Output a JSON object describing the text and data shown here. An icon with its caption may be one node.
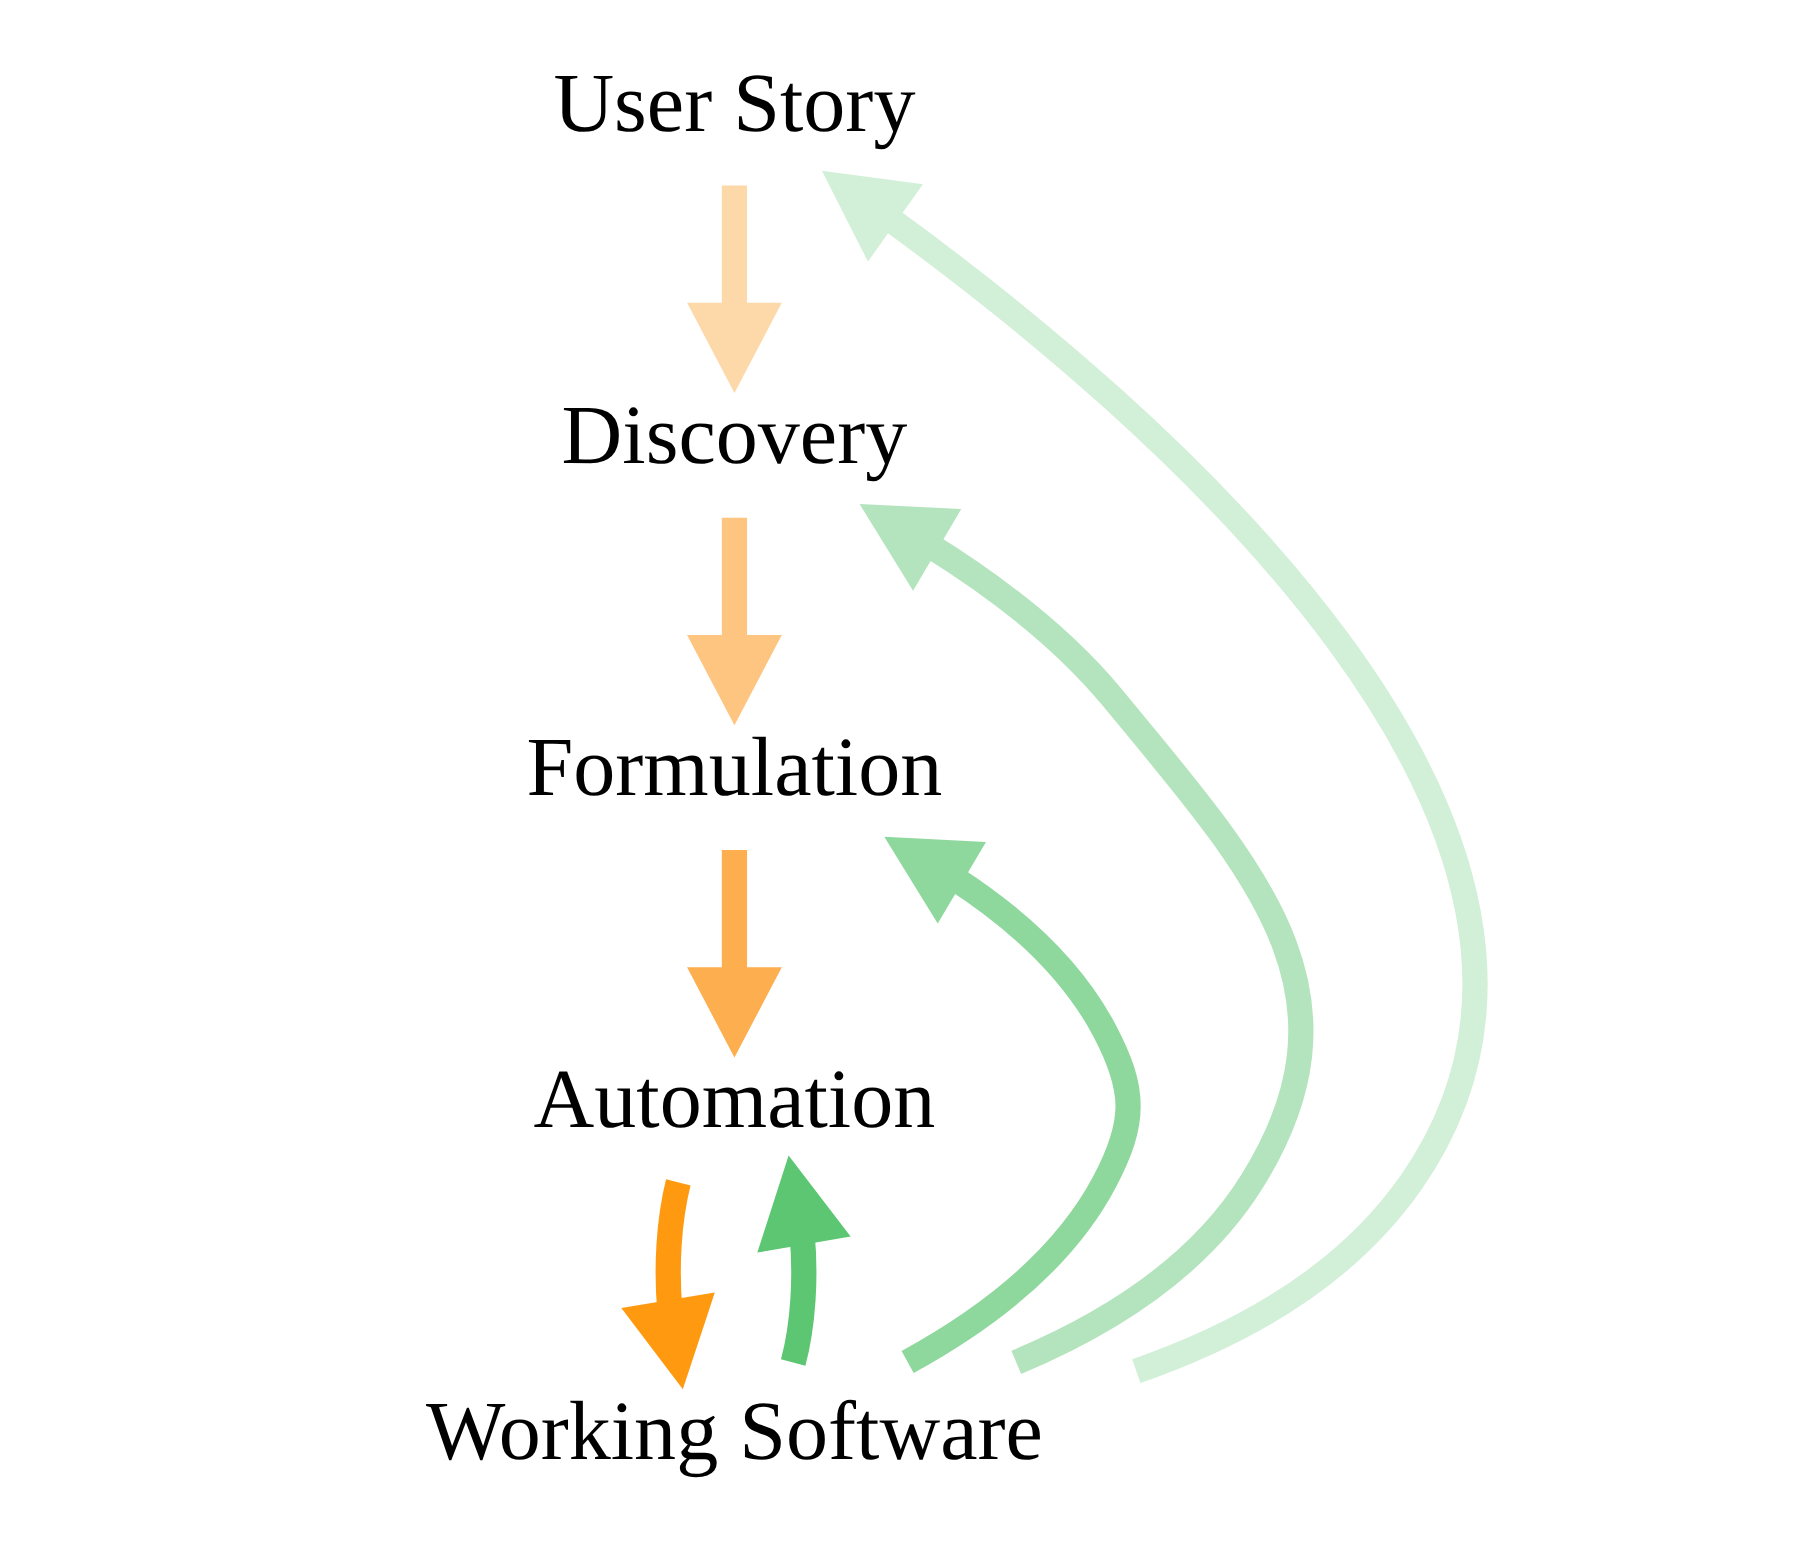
{
  "diagram": {
    "nodes": [
      {
        "text": [
          "User Story"
        ]
      },
      {
        "text": [
          "Discovery"
        ]
      },
      {
        "text": [
          "Formulation"
        ]
      },
      {
        "text": [
          "Automation"
        ]
      },
      {
        "text": [
          "Working Software"
        ]
      }
    ],
    "edges": [
      {
        "from": 0,
        "to": 1,
        "arrow": "to",
        "color": "#fdd9aa"
      },
      {
        "from": 1,
        "to": 2,
        "arrow": "to",
        "color": "#fdc57f"
      },
      {
        "from": 2,
        "to": 3,
        "arrow": "to",
        "color": "#fdae4f"
      },
      {
        "from": 3,
        "to": 4,
        "arrow": "to",
        "color": "#ff9a10"
      },
      {
        "from": 4,
        "to": 0,
        "arrow": "to",
        "color": "#d2efd8"
      },
      {
        "from": 4,
        "to": 1,
        "arrow": "to",
        "color": "#b4e4bd"
      },
      {
        "from": 4,
        "to": 2,
        "arrow": "to",
        "color": "#8fd89d"
      },
      {
        "from": 4,
        "to": 3,
        "arrow": "to",
        "color": "#5cc672"
      }
    ]
  }
}
